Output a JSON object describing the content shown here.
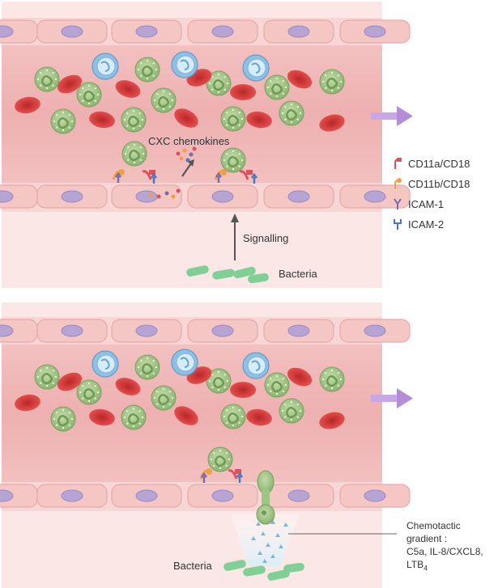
{
  "panel_top": {
    "chemokine_label": "CXC chemokines",
    "signalling_label": "Signalling",
    "bacteria_label": "Bacteria"
  },
  "legend": [
    {
      "label": "CD11a/CD18",
      "icon": "cd11a-cd18-icon",
      "color": "#e0505a"
    },
    {
      "label": "CD11b/CD18",
      "icon": "cd11b-cd18-icon",
      "color": "#f0a040"
    },
    {
      "label": "ICAM-1",
      "icon": "icam1-icon",
      "color": "#7a68b0"
    },
    {
      "label": "ICAM-2",
      "icon": "icam2-icon",
      "color": "#4a78c0"
    }
  ],
  "panel_bottom": {
    "bacteria_label": "Bacteria",
    "gradient_lines": [
      "Chemotactic",
      "gradient :",
      "C5a, IL-8/CXCL8,",
      "LTB"
    ],
    "ltb_subscript": "4"
  },
  "colors": {
    "vessel_wall": "#f6d3d3",
    "lumen": "#f0b8b8",
    "tissue": "#fbe7e5",
    "endothelial_cell": "#f4c6c4",
    "nucleus": "#b6a4d4",
    "neutrophil": "#a9c98e",
    "red_blood_cell": "#d73c3c",
    "lymphocyte": "#8fc0e4",
    "bacteria": "#7fcf97",
    "flow_arrow": "#b38ed6"
  }
}
